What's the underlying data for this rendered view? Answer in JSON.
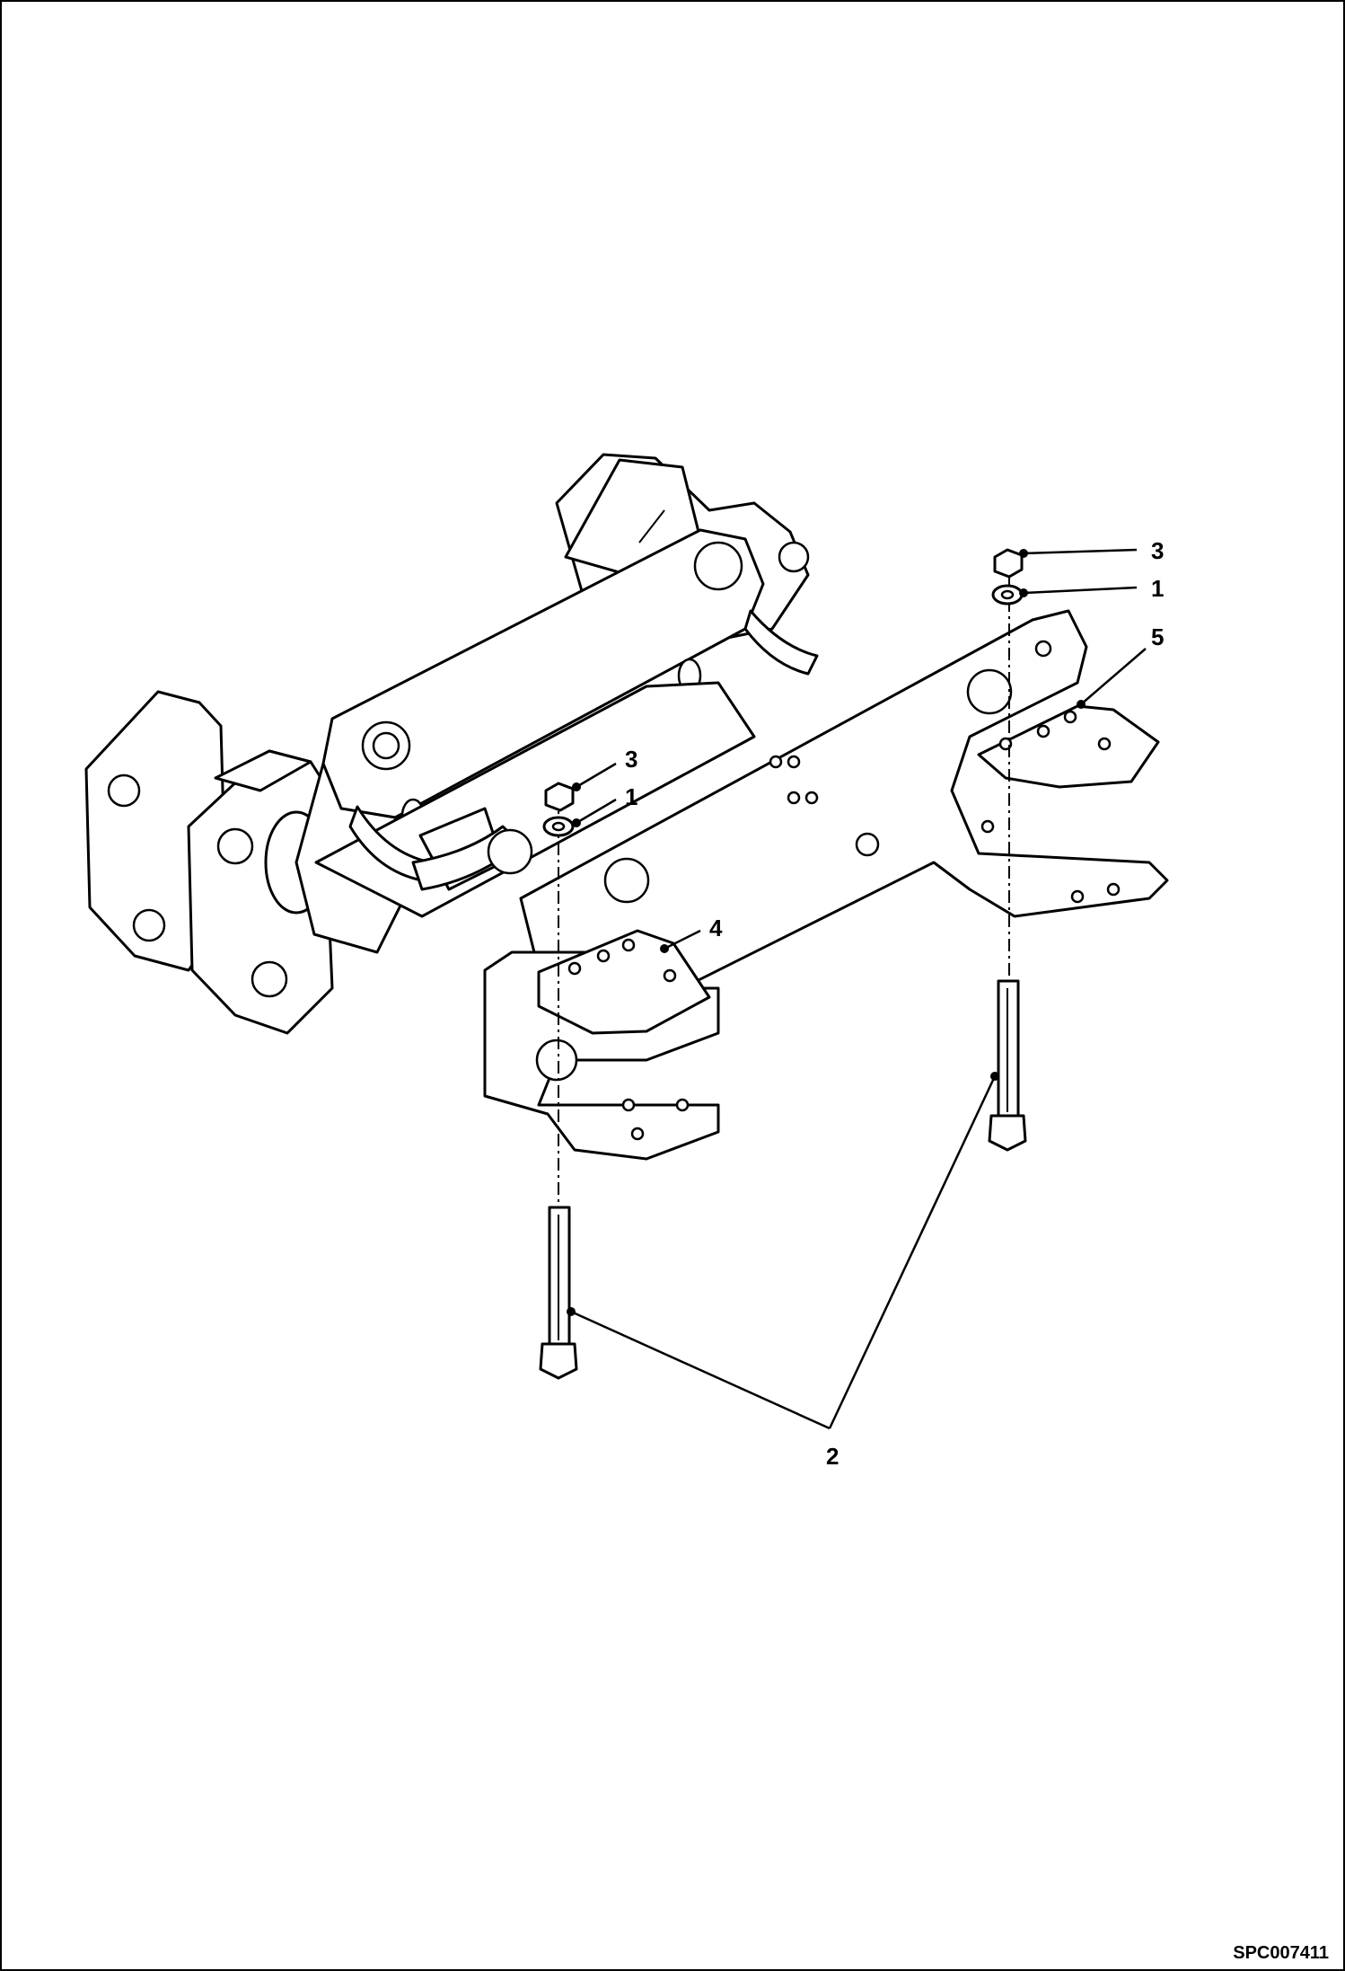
{
  "figure": {
    "document_id": "SPC007411",
    "callouts": [
      {
        "id": "c3-right",
        "label": "3"
      },
      {
        "id": "c1-right",
        "label": "1"
      },
      {
        "id": "c5",
        "label": "5"
      },
      {
        "id": "c3-left",
        "label": "3"
      },
      {
        "id": "c1-left",
        "label": "1"
      },
      {
        "id": "c4",
        "label": "4"
      },
      {
        "id": "c2",
        "label": "2"
      }
    ]
  }
}
